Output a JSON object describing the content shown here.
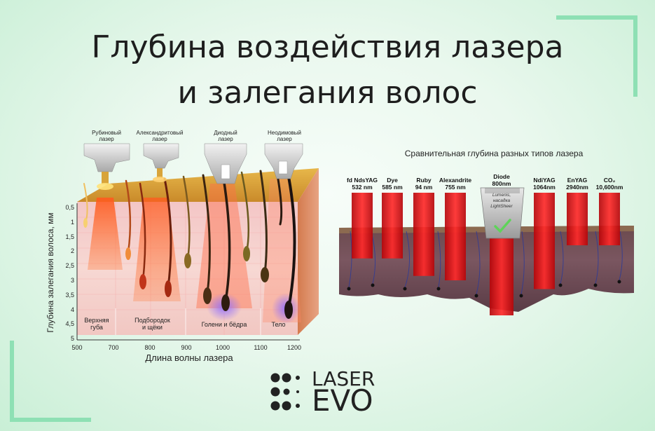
{
  "title": {
    "line1": "Глубина воздействия лазера",
    "line2": "и залегания волос"
  },
  "left_diagram": {
    "lasers": [
      {
        "label": "Рубиновый\nлазер"
      },
      {
        "label": "Александритовый\nлазер"
      },
      {
        "label": "Диодный\nлазер"
      },
      {
        "label": "Неодимовый\nлазер"
      }
    ],
    "y_axis_label": "Глубина залегания волоса, мм",
    "y_ticks": [
      "0,5",
      "1",
      "1,5",
      "2",
      "2,5",
      "3",
      "3,5",
      "4",
      "4,5",
      "5"
    ],
    "x_axis_label": "Длина волны лазера",
    "x_ticks": [
      "500",
      "700",
      "800",
      "900",
      "1000",
      "1100",
      "1200"
    ],
    "zones": [
      "Верхняя\nгуба",
      "Подбородок\nи щёки",
      "Голени и бёдра",
      "Тело"
    ]
  },
  "right_diagram": {
    "title": "Сравнительная глубина разных типов лазера",
    "lasers": [
      {
        "name": "fd NdsYAG\n532 nm",
        "depth": 0.35
      },
      {
        "name": "Dye\n585 nm",
        "depth": 0.35
      },
      {
        "name": "Ruby\n94 nm",
        "depth": 0.55
      },
      {
        "name": "Alexandrite\n755 nm",
        "depth": 0.6
      },
      {
        "name": "Diode\n800nm",
        "depth": 1.0
      },
      {
        "name": "NdiYAG\n1064nm",
        "depth": 0.7
      },
      {
        "name": "EnYAG\n2940nm",
        "depth": 0.2
      },
      {
        "name": "CO₂\n10,600nm",
        "depth": 0.2
      }
    ],
    "handpiece_text": "Lumenis,\nнасадка\nLightSheer",
    "check_icon": "check-icon"
  },
  "logo": {
    "line1": "LASER",
    "line2": "EVO"
  }
}
